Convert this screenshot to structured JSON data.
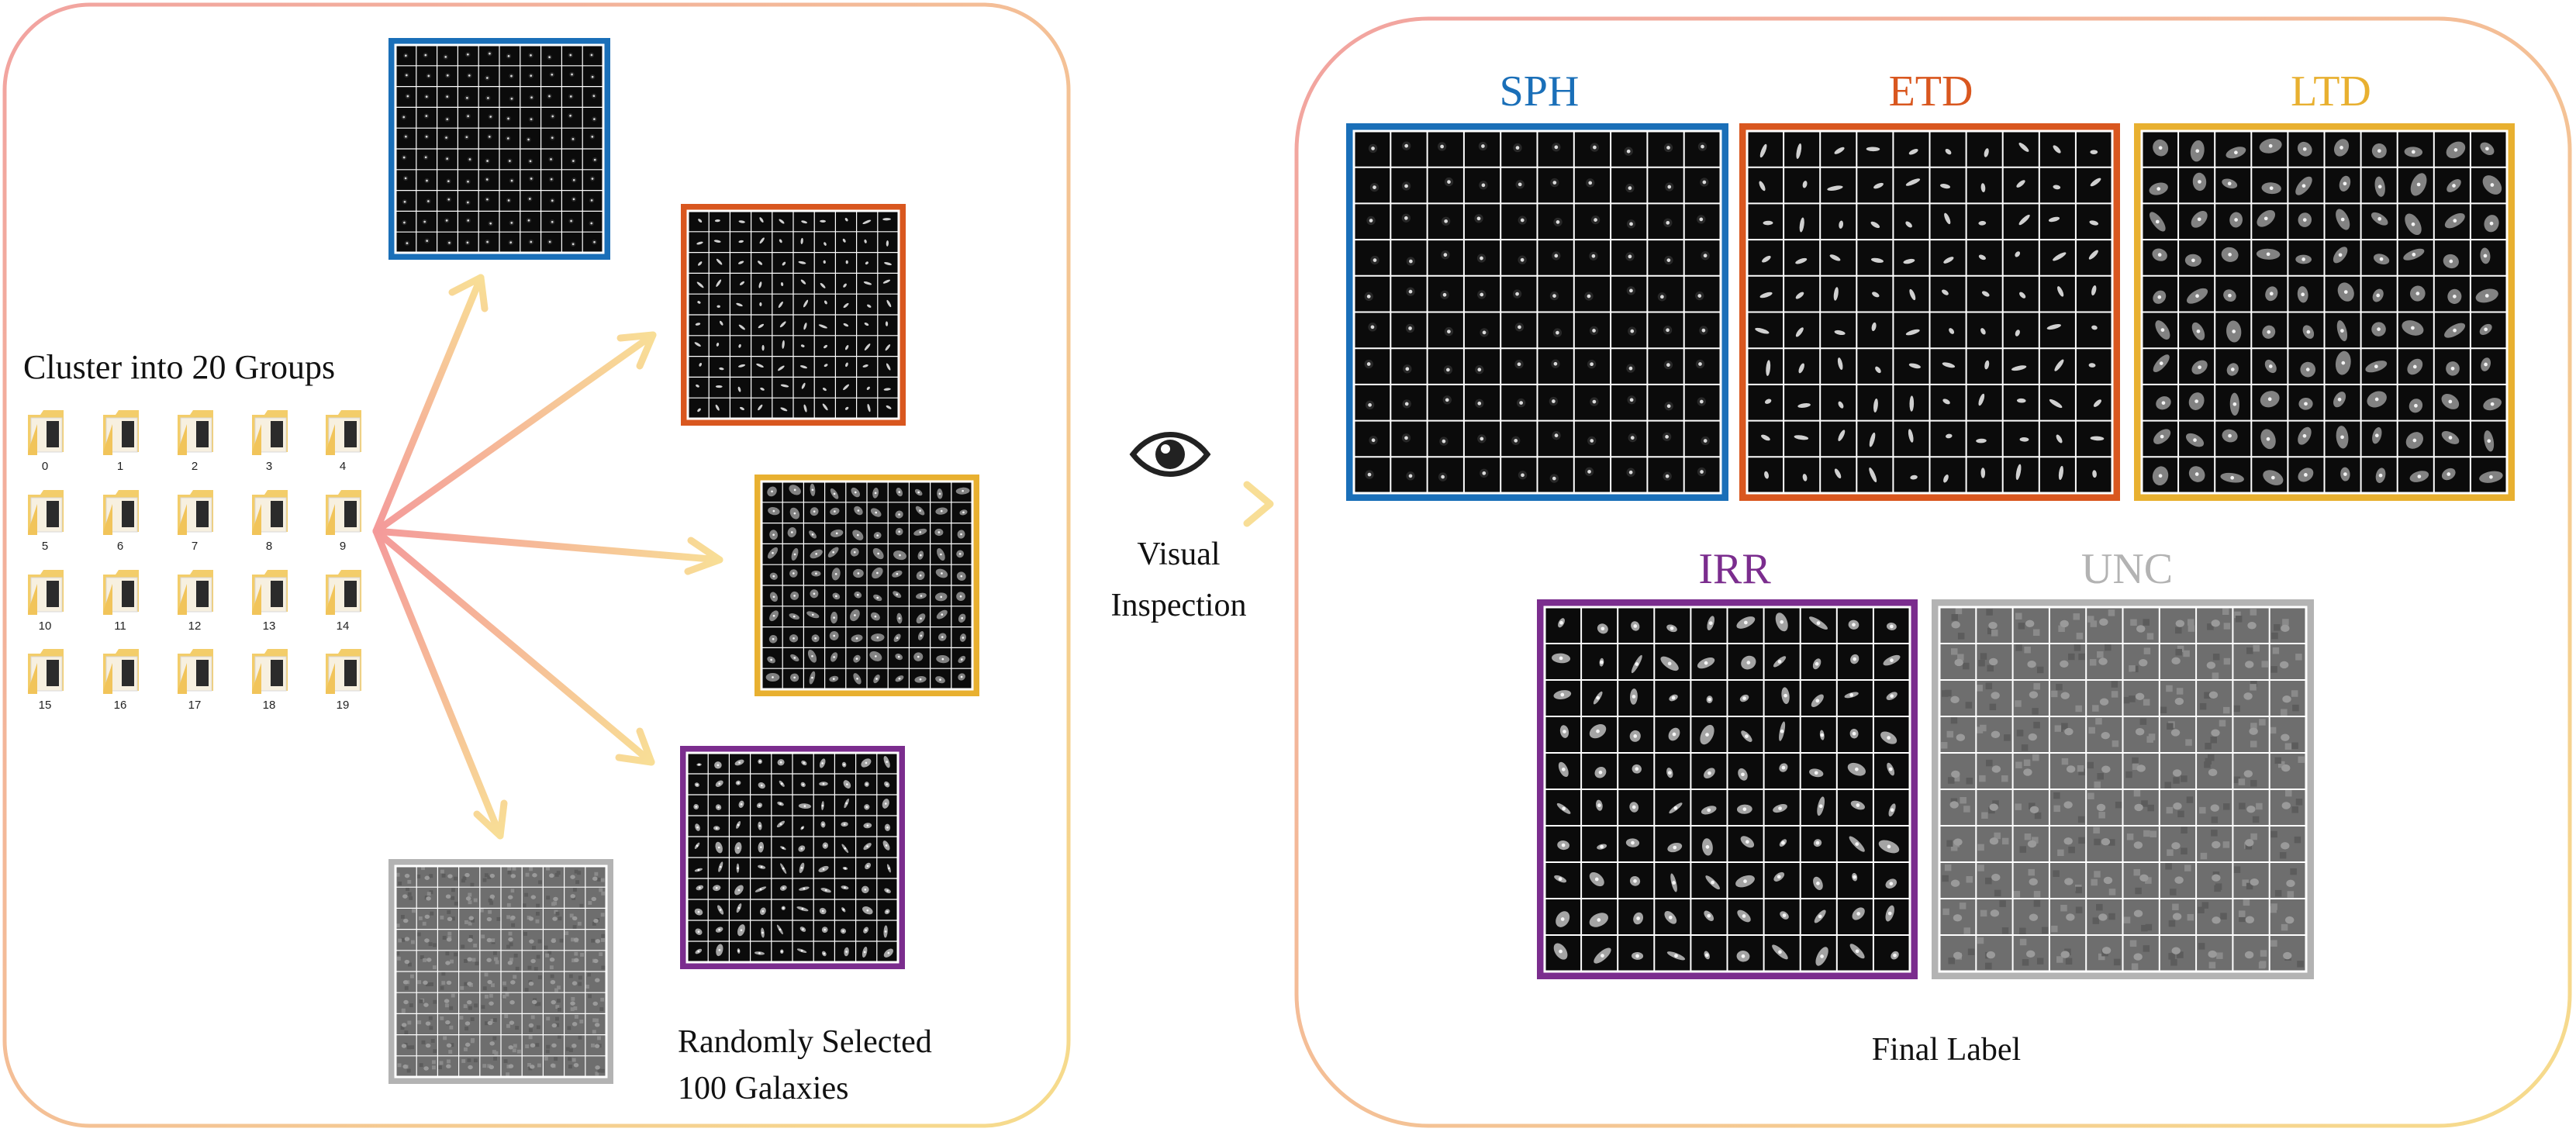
{
  "left_panel": {
    "cluster_title": "Cluster into 20 Groups",
    "folders": [
      "0",
      "1",
      "2",
      "3",
      "4",
      "5",
      "6",
      "7",
      "8",
      "9",
      "10",
      "11",
      "12",
      "13",
      "14",
      "15",
      "16",
      "17",
      "18",
      "19"
    ],
    "random_caption_line1": "Randomly Selected",
    "random_caption_line2": "100 Galaxies"
  },
  "middle": {
    "inspect_line1": "Visual",
    "inspect_line2": "Inspection",
    "icon": "eye-icon"
  },
  "right_panel": {
    "final_caption": "Final Label",
    "classes": [
      {
        "key": "sph",
        "label": "SPH",
        "color": "#1a6fb8"
      },
      {
        "key": "etd",
        "label": "ETD",
        "color": "#d9571f"
      },
      {
        "key": "ltd",
        "label": "LTD",
        "color": "#e8b030"
      },
      {
        "key": "irr",
        "label": "IRR",
        "color": "#7b2d8e"
      },
      {
        "key": "unc",
        "label": "UNC",
        "color": "#b3b3b3"
      }
    ]
  },
  "colors": {
    "panel_border_start": "#f2a3a0",
    "panel_border_end": "#f6dc8c",
    "arrow_start": "#f49a9a",
    "arrow_end": "#f8de96"
  }
}
